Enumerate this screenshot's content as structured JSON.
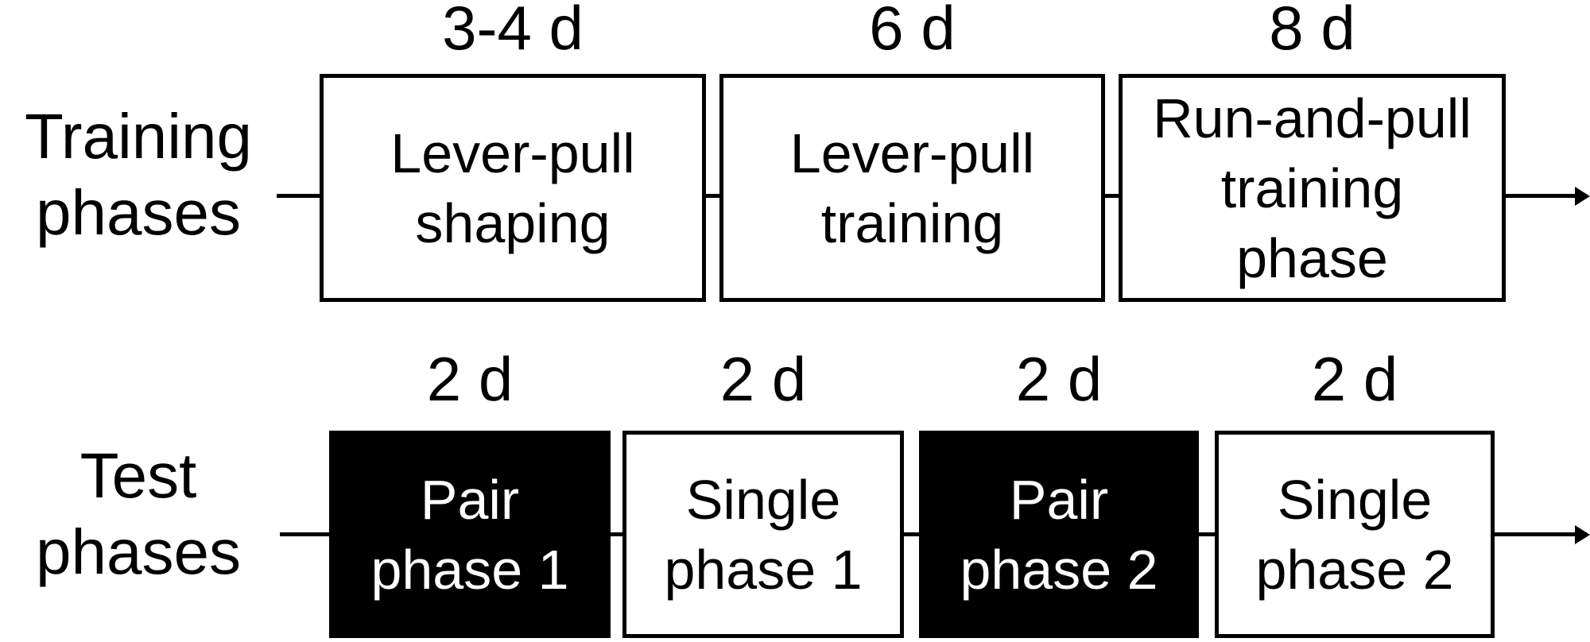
{
  "colors": {
    "background": "#ffffff",
    "line": "#000000",
    "box_border": "#000000",
    "box_fill_white": "#ffffff",
    "box_fill_black": "#000000",
    "text_on_white": "#000000",
    "text_on_black": "#ffffff"
  },
  "icons": {
    "flow_arrow": "right-arrow"
  },
  "training_row": {
    "label": {
      "line1": "Training",
      "line2": "phases"
    },
    "boxes": [
      {
        "duration": "3-4 d",
        "line1": "Lever-pull",
        "line2": "shaping",
        "fill": "white"
      },
      {
        "duration": "6 d",
        "line1": "Lever-pull",
        "line2": "training",
        "fill": "white"
      },
      {
        "duration": "8 d",
        "line1": "Run-and-pull",
        "line2": "training",
        "line3": "phase",
        "fill": "white"
      }
    ]
  },
  "test_row": {
    "label": {
      "line1": "Test",
      "line2": "phases"
    },
    "boxes": [
      {
        "duration": "2 d",
        "line1": "Pair",
        "line2": "phase 1",
        "fill": "black"
      },
      {
        "duration": "2 d",
        "line1": "Single",
        "line2": "phase 1",
        "fill": "white"
      },
      {
        "duration": "2 d",
        "line1": "Pair",
        "line2": "phase 2",
        "fill": "black"
      },
      {
        "duration": "2 d",
        "line1": "Single",
        "line2": "phase 2",
        "fill": "white"
      }
    ]
  }
}
